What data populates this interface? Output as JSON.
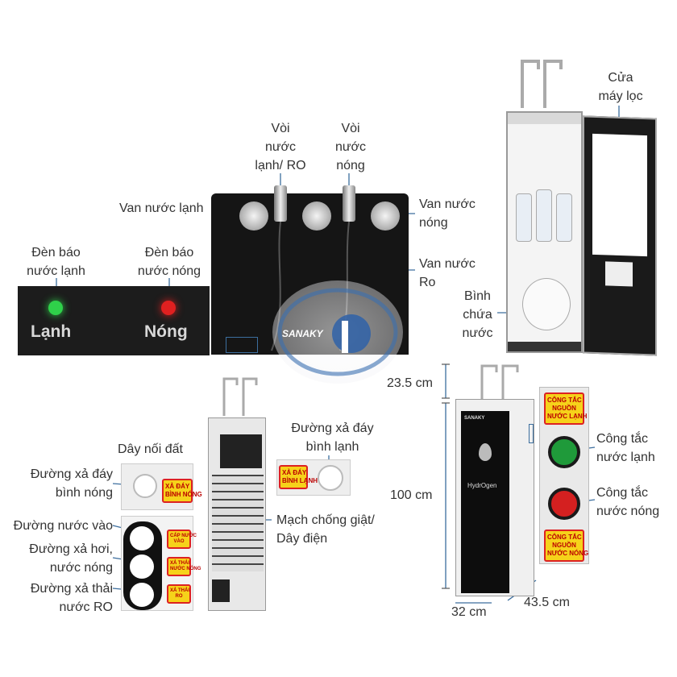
{
  "top_panel": {
    "labels": {
      "voi_lanh": "Vòi\nnước\nlạnh/ RO",
      "voi_nong": "Vòi\nnước\nnóng",
      "van_lanh": "Van nước lạnh",
      "van_nong": "Van nước\nnóng",
      "van_ro": "Van nước\nRo"
    }
  },
  "led_panel": {
    "den_lanh": "Đèn báo\nnước lạnh",
    "den_nong": "Đèn báo\nnước nóng",
    "word_lanh": "Lạnh",
    "word_nong": "Nóng",
    "color_cold": "#2fd14a",
    "color_hot": "#e02020"
  },
  "cabinet": {
    "cua_may_loc": "Cửa\nmáy lọc",
    "binh_chua_nuoc": "Bình\nchứa\nnước"
  },
  "back_view": {
    "day_noi_dat": "Dây nối đất",
    "duong_xa_day_binh_lanh": "Đường xả đáy\nbình lạnh",
    "duong_xa_day_binh_nong": "Đường xả đáy\nbình nóng",
    "mach_chong_giat": "Mạch chống giật/\nDây điện",
    "duong_nuoc_vao": "Đường nước vào",
    "duong_xa_hoi": "Đường xả hơi,\nnước nóng",
    "duong_xa_thai": "Đường xả thải\nnước RO",
    "tag_xa_day_binh_nong": "XẢ ĐÁY\nBÌNH NÓNG",
    "tag_xa_day_binh_lanh": "XẢ ĐÁY\nBÌNH LẠNH",
    "tag_cap_nuoc_vao": "CẤP NƯỚC\nVÀO",
    "tag_xa_thai_nuoc_nong": "XẢ THẢI\nNƯỚC NÓNG",
    "tag_xa_thai_ro": "XẢ THẢI\nRO"
  },
  "front_view": {
    "brand": "SANAKY",
    "hydrogen": "HydrOgen",
    "dim_height_top": "23.5 cm",
    "dim_height_body": "100 cm",
    "dim_width": "32 cm",
    "dim_depth": "43.5 cm"
  },
  "switches": {
    "tag_lanh": "CÔNG TẮC\nNGUỒN\nNƯỚC LẠNH",
    "tag_nong": "CÔNG TẮC\nNGUỒN\nNƯỚC NÓNG",
    "cong_tac_lanh": "Công tắc\nnước lạnh",
    "cong_tac_nong": "Công tắc\nnước nóng",
    "color_green": "#1f9a3a",
    "color_red": "#d42020"
  },
  "watermark": {
    "brand": "SANAKY"
  }
}
